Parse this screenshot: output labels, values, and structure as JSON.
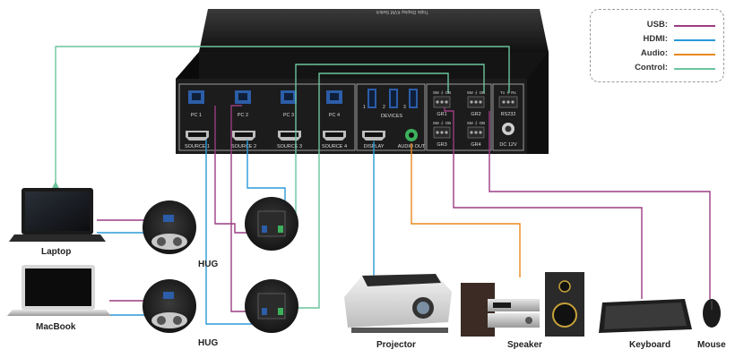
{
  "legend": {
    "items": [
      {
        "label": "USB:",
        "color": "#9b3d82"
      },
      {
        "label": "HDMI:",
        "color": "#2a9ad8"
      },
      {
        "label": "Audio:",
        "color": "#e8891c"
      },
      {
        "label": "Control:",
        "color": "#6cc49e"
      }
    ]
  },
  "device": {
    "top_text": "Triple Display KVM Switch",
    "ports": {
      "pc1": "PC 1",
      "pc2": "PC 2",
      "pc3": "PC 3",
      "pc4": "PC 4",
      "source1": "SOURCE 1",
      "source2": "SOURCE 2",
      "source3": "SOURCE 3",
      "source4": "SOURCE 4",
      "display": "DISPLAY",
      "audio_out": "AUDIO OUT",
      "devices": "DEVICES",
      "gr1": "GR1",
      "gr2": "GR2",
      "gr3": "GR3",
      "gr4": "GR4",
      "rs232": "RS232",
      "dc": "DC 12V",
      "dev1": "1",
      "dev2": "2",
      "dev3": "3",
      "sm_ob": "SM ⏚ OB",
      "txrx": "Tx ⏚ Rx"
    }
  },
  "labels": {
    "laptop": "Laptop",
    "macbook": "MacBook",
    "hug1": "HUG",
    "hug2": "HUG",
    "projector": "Projector",
    "speaker": "Speaker",
    "keyboard": "Keyboard",
    "mouse": "Mouse"
  },
  "colors": {
    "usb": "#9b3d82",
    "hdmi": "#2a9ad8",
    "audio": "#e8891c",
    "control": "#6cc49e",
    "chassis": "#1c1c1c"
  }
}
